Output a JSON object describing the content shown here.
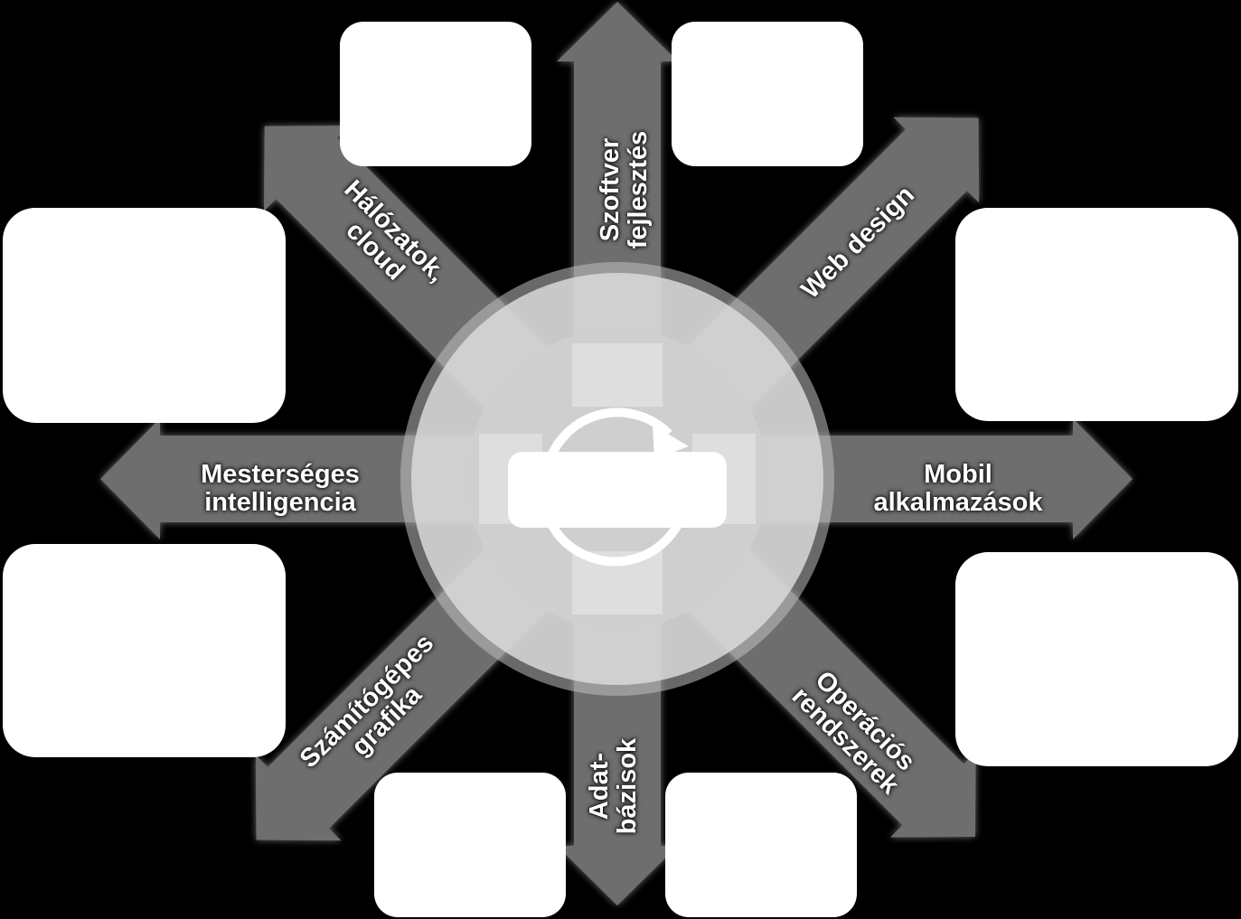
{
  "diagram": {
    "center": {
      "icon": "cycle-arrows-icon",
      "label": ""
    },
    "arrows": [
      {
        "id": "szoftver",
        "lines": [
          "Szoftver",
          "fejlesztés"
        ]
      },
      {
        "id": "web",
        "lines": [
          "Web design"
        ]
      },
      {
        "id": "mobil",
        "lines": [
          "Mobil",
          "alkalmazások"
        ]
      },
      {
        "id": "oprendszer",
        "lines": [
          "Operációs",
          "rendszerek"
        ]
      },
      {
        "id": "adatbazis",
        "lines": [
          "Adat-",
          "bázisok"
        ]
      },
      {
        "id": "grafika",
        "lines": [
          "Számítógépes",
          "grafika"
        ]
      },
      {
        "id": "mi",
        "lines": [
          "Mesterséges",
          "intelligencia"
        ]
      },
      {
        "id": "halozat",
        "lines": [
          "Hálózatok,",
          "cloud"
        ]
      }
    ],
    "boxes": [
      "",
      "",
      "",
      "",
      "",
      "",
      "",
      ""
    ],
    "colors": {
      "background": "#000000",
      "arrow": "#6e6e6e",
      "box": "#ffffff",
      "ring": "#d9d9d9"
    }
  }
}
